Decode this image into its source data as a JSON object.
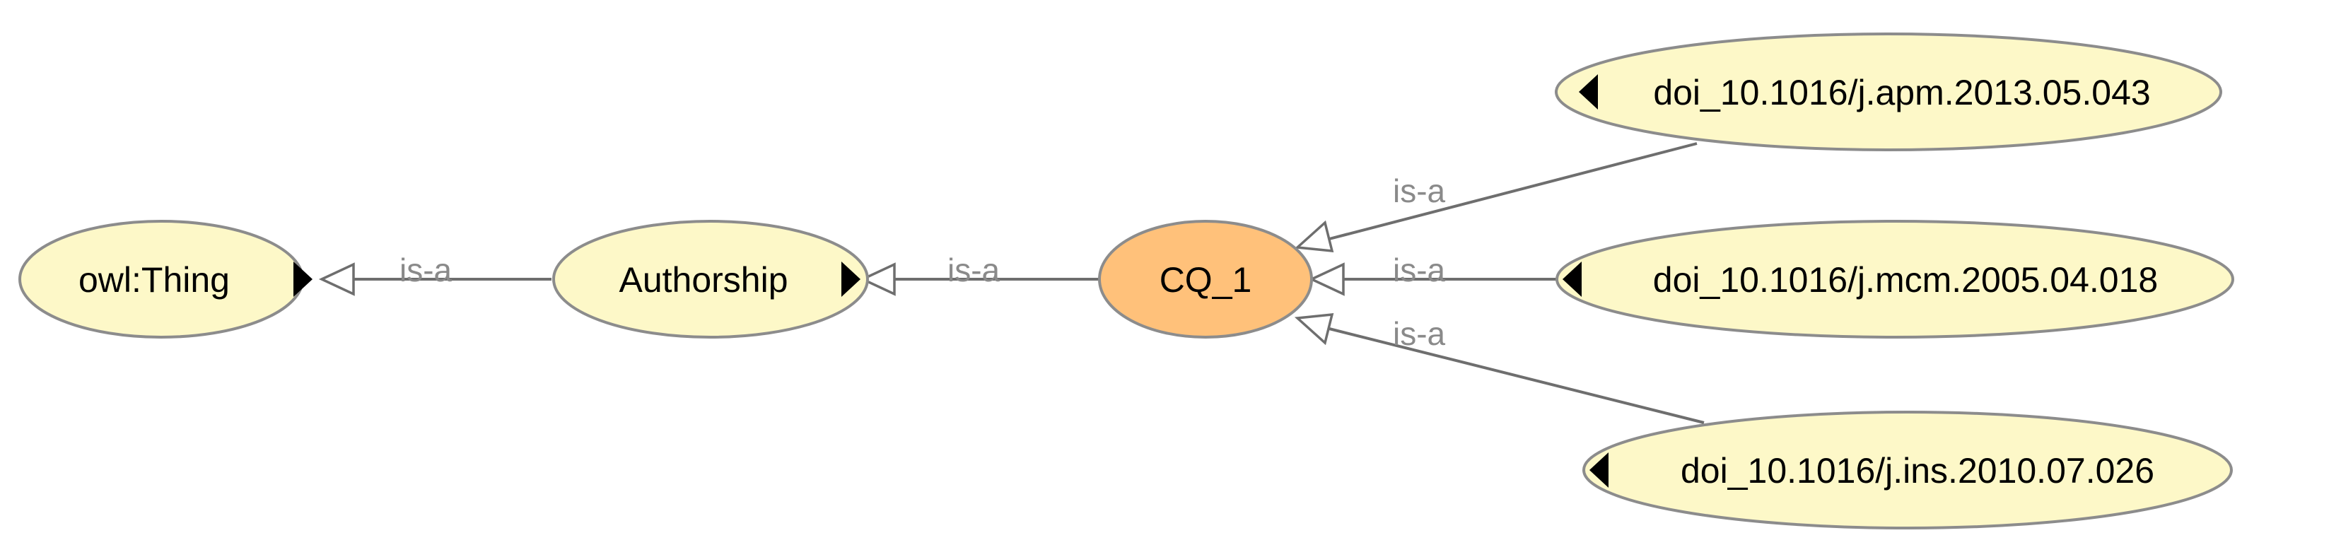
{
  "diagram": {
    "colors": {
      "class_fill": "#fdf8c8",
      "focus_fill": "#ffc17a",
      "node_stroke": "#8c8c8c",
      "edge": "#6e6e6e",
      "edge_label": "#8a8a8a"
    },
    "nodes": {
      "owl_thing": {
        "label": "owl:Thing"
      },
      "authorship": {
        "label": "Authorship"
      },
      "cq_1": {
        "label": "CQ_1"
      },
      "doi_apm": {
        "label": "doi_10.1016/j.apm.2013.05.043"
      },
      "doi_mcm": {
        "label": "doi_10.1016/j.mcm.2005.04.018"
      },
      "doi_ins": {
        "label": "doi_10.1016/j.ins.2010.07.026"
      }
    },
    "edges": {
      "authorship_to_thing": {
        "label": "is-a"
      },
      "cq1_to_authorship": {
        "label": "is-a"
      },
      "apm_to_cq1": {
        "label": "is-a"
      },
      "mcm_to_cq1": {
        "label": "is-a"
      },
      "ins_to_cq1": {
        "label": "is-a"
      }
    }
  }
}
